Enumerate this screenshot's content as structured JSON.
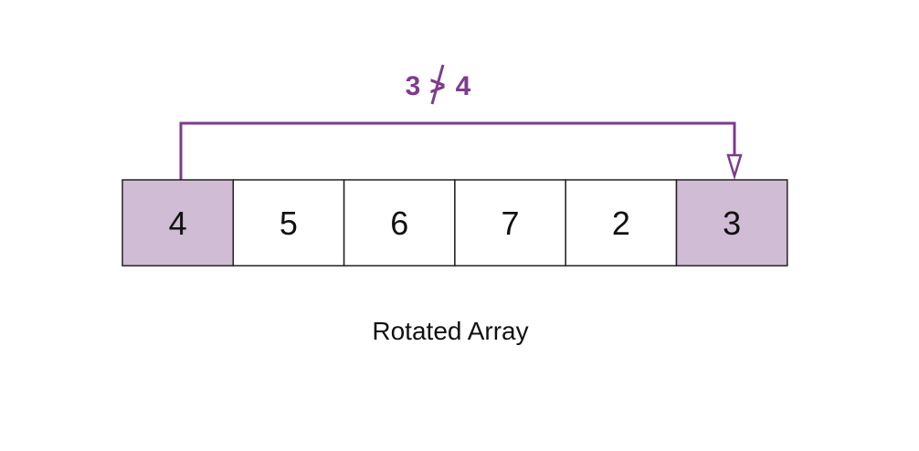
{
  "comparison": {
    "left": "3",
    "operator": ">",
    "right": "4",
    "negated": true
  },
  "array": {
    "cells": [
      {
        "value": "4",
        "highlighted": true
      },
      {
        "value": "5",
        "highlighted": false
      },
      {
        "value": "6",
        "highlighted": false
      },
      {
        "value": "7",
        "highlighted": false
      },
      {
        "value": "2",
        "highlighted": false
      },
      {
        "value": "3",
        "highlighted": true
      }
    ],
    "arrow": {
      "from_index": 0,
      "to_index": 5
    }
  },
  "caption": "Rotated Array",
  "colors": {
    "accent": "#7d3c8c",
    "highlight_fill": "#d0bcd4",
    "cell_fill": "#ffffff",
    "border": "#222222"
  }
}
